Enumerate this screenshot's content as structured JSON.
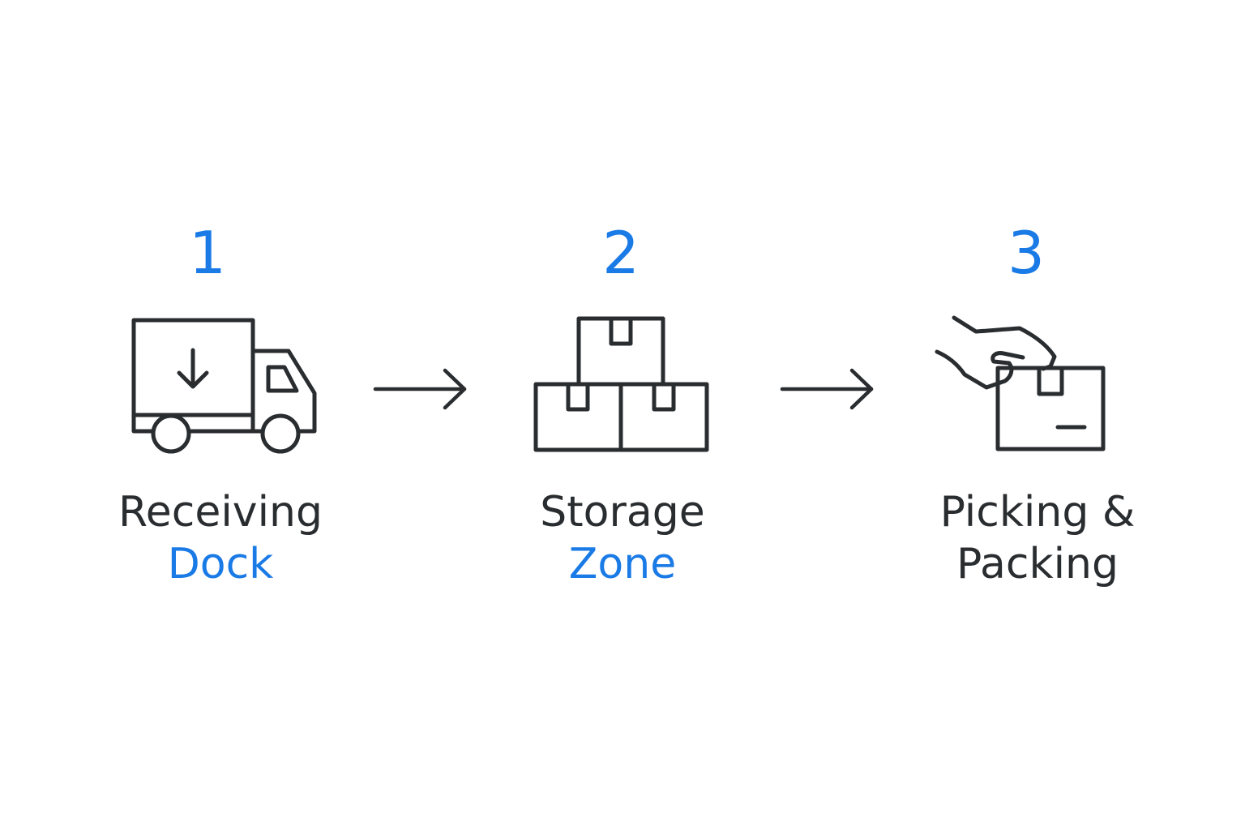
{
  "colors": {
    "accent": "#1a7ae6",
    "ink": "#2a2d30",
    "background": "#ffffff"
  },
  "steps": [
    {
      "number": "1",
      "icon": "delivery-truck-icon",
      "label_line1": "Receiving",
      "label_line2": "Dock",
      "label_line2_color": "accent"
    },
    {
      "number": "2",
      "icon": "stacked-boxes-icon",
      "label_line1": "Storage",
      "label_line2": "Zone",
      "label_line2_color": "accent"
    },
    {
      "number": "3",
      "icon": "hand-picking-box-icon",
      "label_line1": "Picking &",
      "label_line2": "Packing",
      "label_line2_color": "ink"
    }
  ],
  "connectors": [
    {
      "icon": "arrow-right-icon"
    },
    {
      "icon": "arrow-right-icon"
    }
  ]
}
